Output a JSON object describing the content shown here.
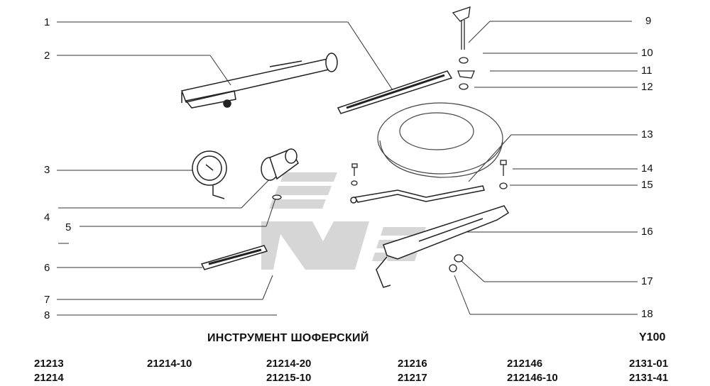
{
  "title": "ИНСТРУМЕНТ ШОФЕРСКИЙ",
  "diagram_code": "Y100",
  "callouts_left": [
    "1",
    "2",
    "3",
    "4",
    "5",
    "6",
    "7",
    "8"
  ],
  "callouts_right": [
    "9",
    "10",
    "11",
    "12",
    "13",
    "14",
    "15",
    "16",
    "17",
    "18"
  ],
  "models": [
    [
      "21213",
      "21214"
    ],
    [
      "21214-10"
    ],
    [
      "21214-20",
      "21215-10"
    ],
    [
      "21216",
      "21217"
    ],
    [
      "212146",
      "212146-10"
    ],
    [
      "2131-01",
      "2131-41"
    ]
  ],
  "colors": {
    "line": "#222222",
    "watermark": "#d4d4d4",
    "background": "#ffffff"
  }
}
